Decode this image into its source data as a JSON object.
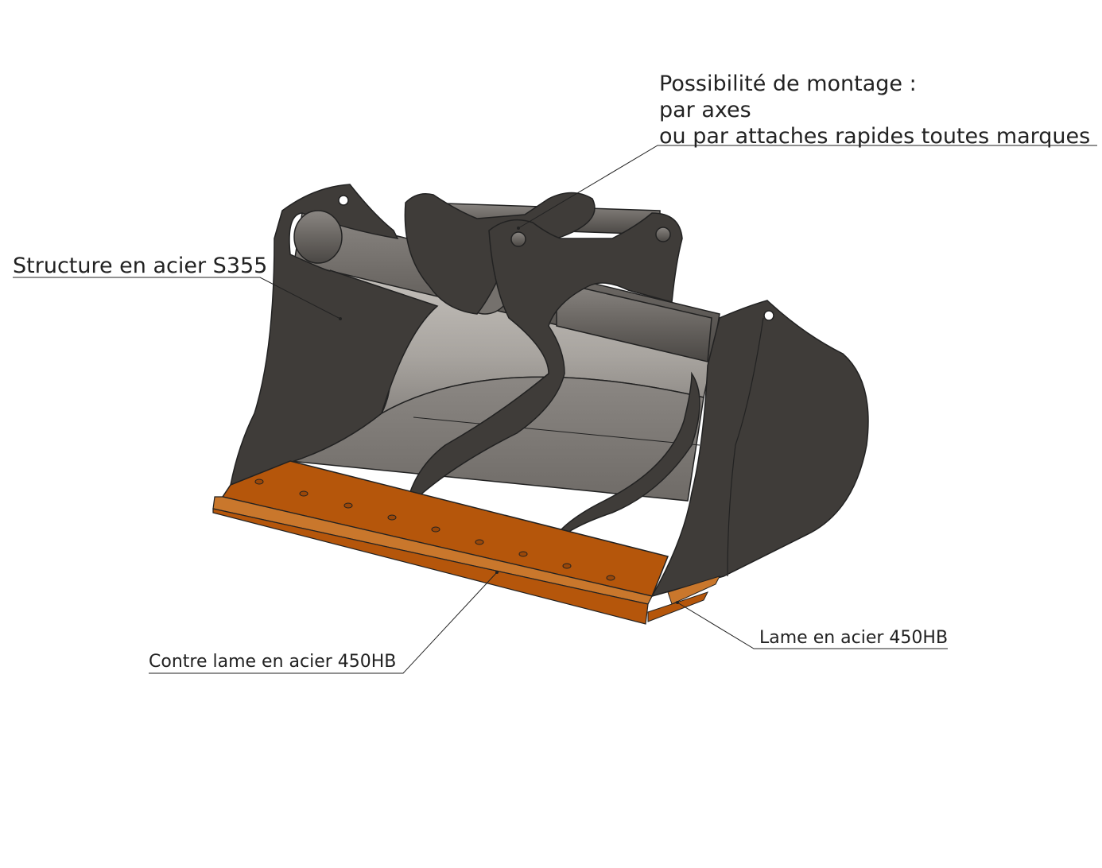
{
  "labels": {
    "mounting": {
      "line1": "Possibilité de montage :",
      "line2": "par axes",
      "line3": "ou par attaches rapides toutes marques"
    },
    "structure": "Structure en acier S355",
    "contre_lame": "Contre lame en acier 450HB",
    "lame": "Lame en acier 450HB"
  },
  "colors": {
    "steel_dark": "#3f3c39",
    "steel_mid": "#6e6a66",
    "steel_light": "#b4b0ab",
    "blade_orange": "#b5560b",
    "blade_orange_light": "#c9772c",
    "leader_line": "#222222"
  }
}
